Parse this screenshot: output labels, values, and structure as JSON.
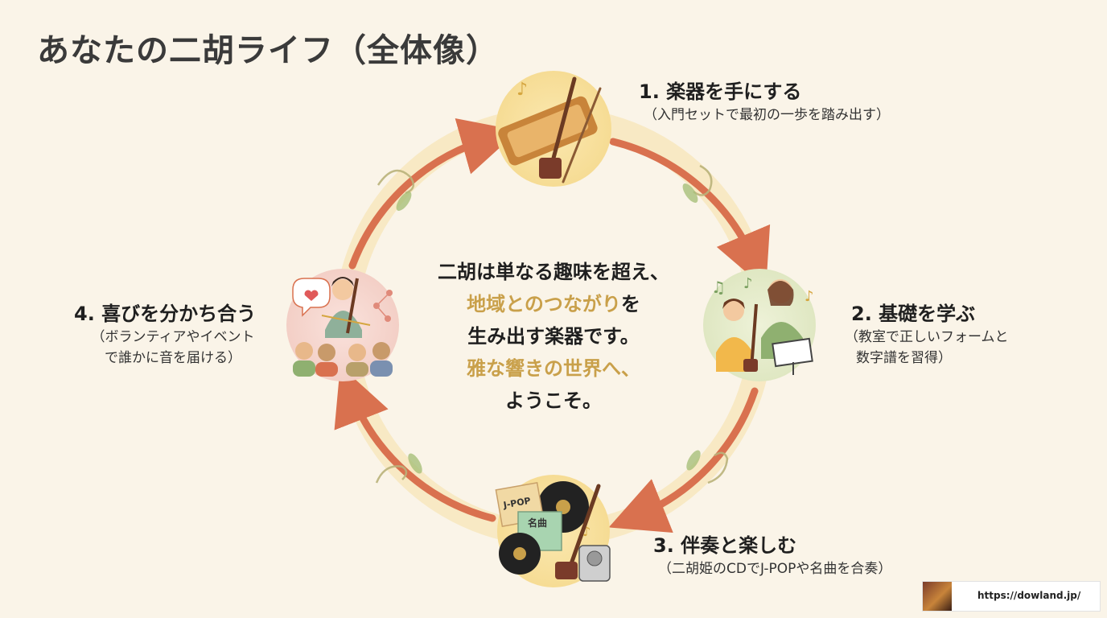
{
  "title": "あなたの二胡ライフ（全体像）",
  "steps": [
    {
      "title": "1. 楽器を手にする",
      "sub": [
        "（入門セットで最初の一歩を踏み出す）"
      ]
    },
    {
      "title": "2. 基礎を学ぶ",
      "sub": [
        "（教室で正しいフォームと",
        "数字譜を習得）"
      ]
    },
    {
      "title": "3. 伴奏と楽しむ",
      "sub": [
        "（二胡姫のCDでJ-POPや名曲を合奏）"
      ]
    },
    {
      "title": "4. 喜びを分かち合う",
      "sub": [
        "（ボランティアやイベント",
        "で誰かに音を届ける）"
      ]
    }
  ],
  "center": {
    "line1": "二胡は単なる趣味を超え、",
    "line2_highlight": "地域とのつながり",
    "line2_rest": "を",
    "line3": "生み出す楽器です。",
    "line4": "雅な響きの世界へ、",
    "line5": "ようこそ。"
  },
  "illustration_labels": {
    "jpop_cd": "J-POP",
    "meikyoku_cd": "名曲"
  },
  "footer": {
    "url": "https://dowland.jp/"
  },
  "colors": {
    "background": "#faf4e8",
    "arrow": "#d9714f",
    "ring_light": "#f5dfa8",
    "highlight_text": "#c9a04a",
    "vine": "#b9b27a"
  }
}
